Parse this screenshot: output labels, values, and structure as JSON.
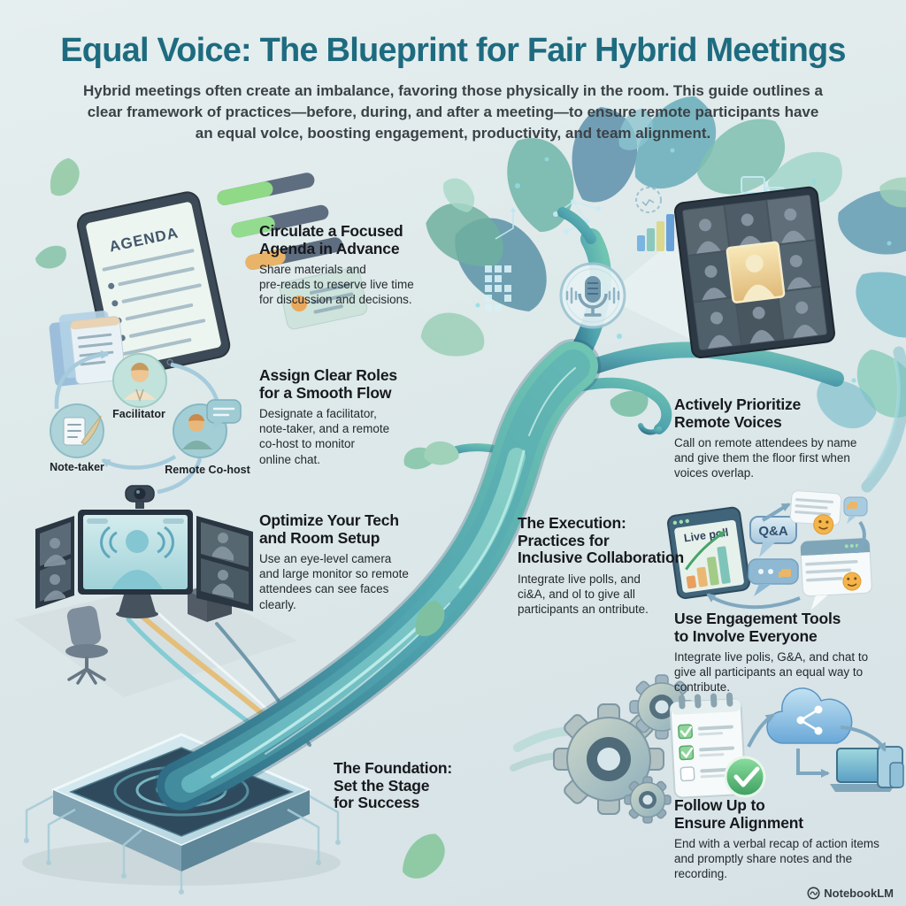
{
  "header": {
    "title": "Equal Voice: The Blueprint for Fair Hybrid Meetings",
    "subtitle": "Hybrid meetings often create an imbalance, favoring those physically in the room. This guide outlines a\nclear framework of practices—before, during, and after a meeting—to ensure remote participants have\nan equal volce, boosting engagement, productivity, and team alignment."
  },
  "sections": {
    "agenda": {
      "title": "Circulate a Focused\nAgenda in Advance",
      "body": "Share materials and\npre-reads to reserve live time\nfor discussion and decisions.",
      "tablet_label": "AGENDA"
    },
    "roles": {
      "title": "Assign Clear Roles\nfor a Smooth Flow",
      "body": "Designate a facilitator,\nnote-taker, and a remote\nco-host to monitor\nonline chat.",
      "labels": {
        "facilitator": "Facilitator",
        "note_taker": "Note-taker",
        "remote_cohost": "Remote Co-host"
      }
    },
    "tech": {
      "title": "Optimize Your Tech\nand Room Setup",
      "body": "Use an eye-level camera\nand large monitor so remote\nattendees can see faces\nclearly."
    },
    "foundation": {
      "title": "The Foundation:\nSet the Stage\nfor Success"
    },
    "execution": {
      "title": "The Execution:\nPractices for\nInclusive Collaboration",
      "body": "Integrate live polls, and\nci&A, and ol to give all\nparticipants an ontribute."
    },
    "remote_voices": {
      "title": "Actively Prioritize\nRemote Voices",
      "body": "Call on remote attendees by name\nand give them the floor first when\nvoices overlap."
    },
    "engagement": {
      "title": "Use Engagement Tools\nto Involve Everyone",
      "body": "Integrate live polis, G&A, and chat to\ngive all participants an equal way to\ncontribute.",
      "live_poll_label": "Live poll",
      "qa_label": "Q&A"
    },
    "follow_up": {
      "title": "Follow Up to\nEnsure Alignment",
      "body": "End with a verbal recap of action items\nand promptly share notes and the\nrecording."
    }
  },
  "watermark": {
    "label": "NotebookLM"
  },
  "colors": {
    "background": "#dde8ea",
    "title_teal": "#1e6b80",
    "heading": "#17191d",
    "body_text": "#24292e",
    "tree_teal": "#4fa3ae",
    "leaf_green": "#7fc0b0",
    "accent_orange": "#e9b468",
    "accent_green": "#8fd987",
    "gold_highlight": "#e8c87a"
  }
}
